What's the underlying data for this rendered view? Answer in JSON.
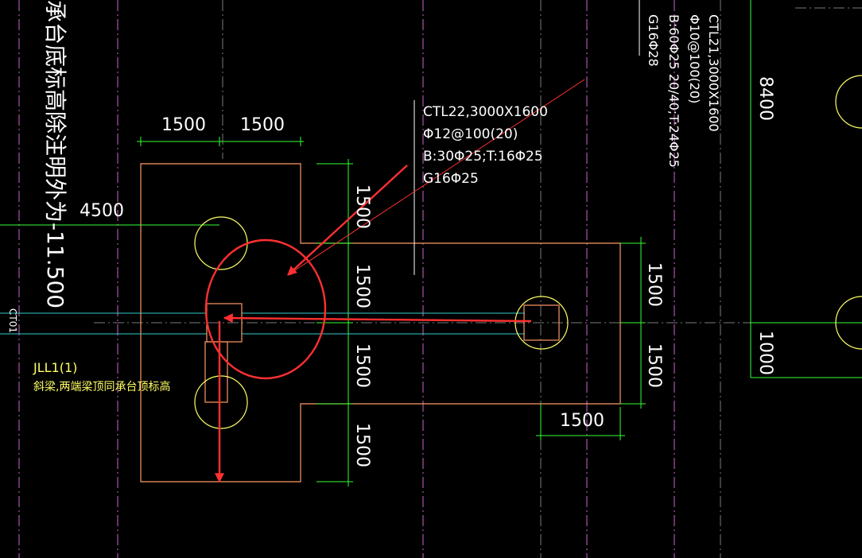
{
  "colors": {
    "background": "#000000",
    "outline": "#ff9966",
    "pile": "#ffff66",
    "dimension": "#33ff33",
    "axis_center": "#cc66cc",
    "beam_line": "#33cccc",
    "callout": "#ff3030",
    "text": "#ffffff"
  },
  "left_note": "承台底标高除注明外为-11.500",
  "left_small": "CT01",
  "dims": {
    "top_left": "1500",
    "top_right": "1500",
    "left_4500": "4500",
    "vert_1": "1500",
    "vert_2": "1500",
    "vert_3": "1500",
    "vert_4": "1500",
    "right_1": "1500",
    "right_2": "1500",
    "bottom": "1500",
    "far_8400": "8400",
    "far_1000": "1000"
  },
  "ctl22": {
    "line1": "CTL22,3000X1600",
    "line2": "Φ12@100(20)",
    "line3": "B:30Φ25;T:16Φ25",
    "line4": "G16Φ25"
  },
  "ctl21": {
    "line1": "CTL21,3000X1600",
    "line2": "Φ10@100(20)",
    "line3": "B:60Φ25 20/40;T:24Φ25",
    "line4": "G16Φ28"
  },
  "jll1": {
    "line1": "JLL1(1)",
    "line2": "斜梁,两端梁顶同承台顶标高"
  }
}
